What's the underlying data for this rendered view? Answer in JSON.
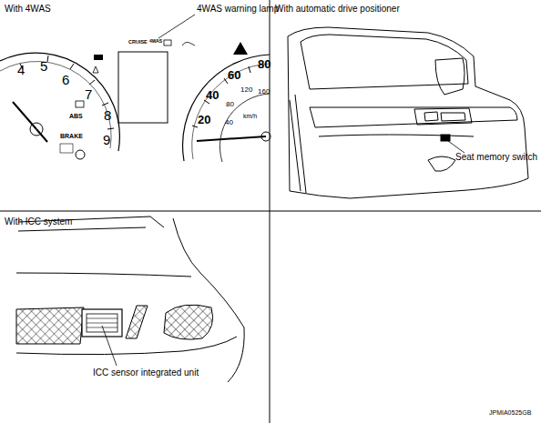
{
  "diagram": {
    "labels": [
      "With 4WAS",
      "4WAS warning lamp",
      "CRUISE",
      "4WAS",
      "4",
      "5",
      "6",
      "7",
      "8",
      "9",
      "ABS",
      "BRAKE",
      "20",
      "40",
      "60",
      "80",
      "120",
      "160",
      "80",
      "40",
      "km/h",
      "With automatic drive positioner",
      "Seat memory switch",
      "With ICC system",
      "ICC sensor integrated unit",
      "JPMIA0525GB"
    ]
  }
}
